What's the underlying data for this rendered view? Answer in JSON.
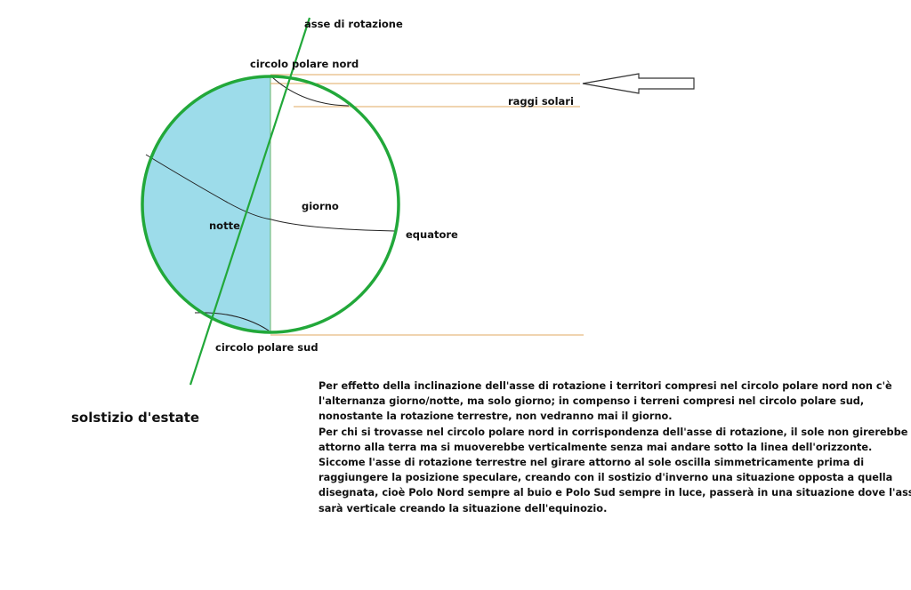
{
  "diagram": {
    "labels": {
      "rotation_axis": "asse di rotazione",
      "north_polar_circle": "circolo polare nord",
      "solar_rays": "raggi solari",
      "day": "giorno",
      "night": "notte",
      "equator": "equatore",
      "south_polar_circle": "circolo polare sud"
    },
    "colors": {
      "earth_outline": "#22a83a",
      "night_fill": "#9ddcea",
      "solar_ray": "#e0a862",
      "axis": "#22a83a",
      "curves": "#222222",
      "terminator": "#6ab56a"
    }
  },
  "title": "solstizio d'estate",
  "explanation": {
    "lines": [
      "Per effetto della inclinazione dell'asse di rotazione i territori compresi nel circolo polare nord non c'è",
      "l'alternanza giorno/notte, ma solo giorno; in compenso i terreni compresi nel circolo polare sud,",
      "nonostante la rotazione terrestre, non vedranno mai il giorno.",
      "Per chi si trovasse nel circolo polare nord in corrispondenza dell'asse di rotazione, il sole non girerebbe",
      "attorno alla terra ma si muoverebbe verticalmente senza mai andare sotto la linea dell'orizzonte.",
      "Siccome l'asse di rotazione terrestre nel girare attorno al sole oscilla simmetricamente prima di",
      "raggiungere la posizione speculare, creando con il sostizio d'inverno una situazione opposta a quella",
      "disegnata, cioè Polo Nord sempre al buio e Polo Sud sempre in luce, passerà in una situazione dove l'asse",
      "sarà verticale creando la situazione dell'equinozio."
    ]
  }
}
